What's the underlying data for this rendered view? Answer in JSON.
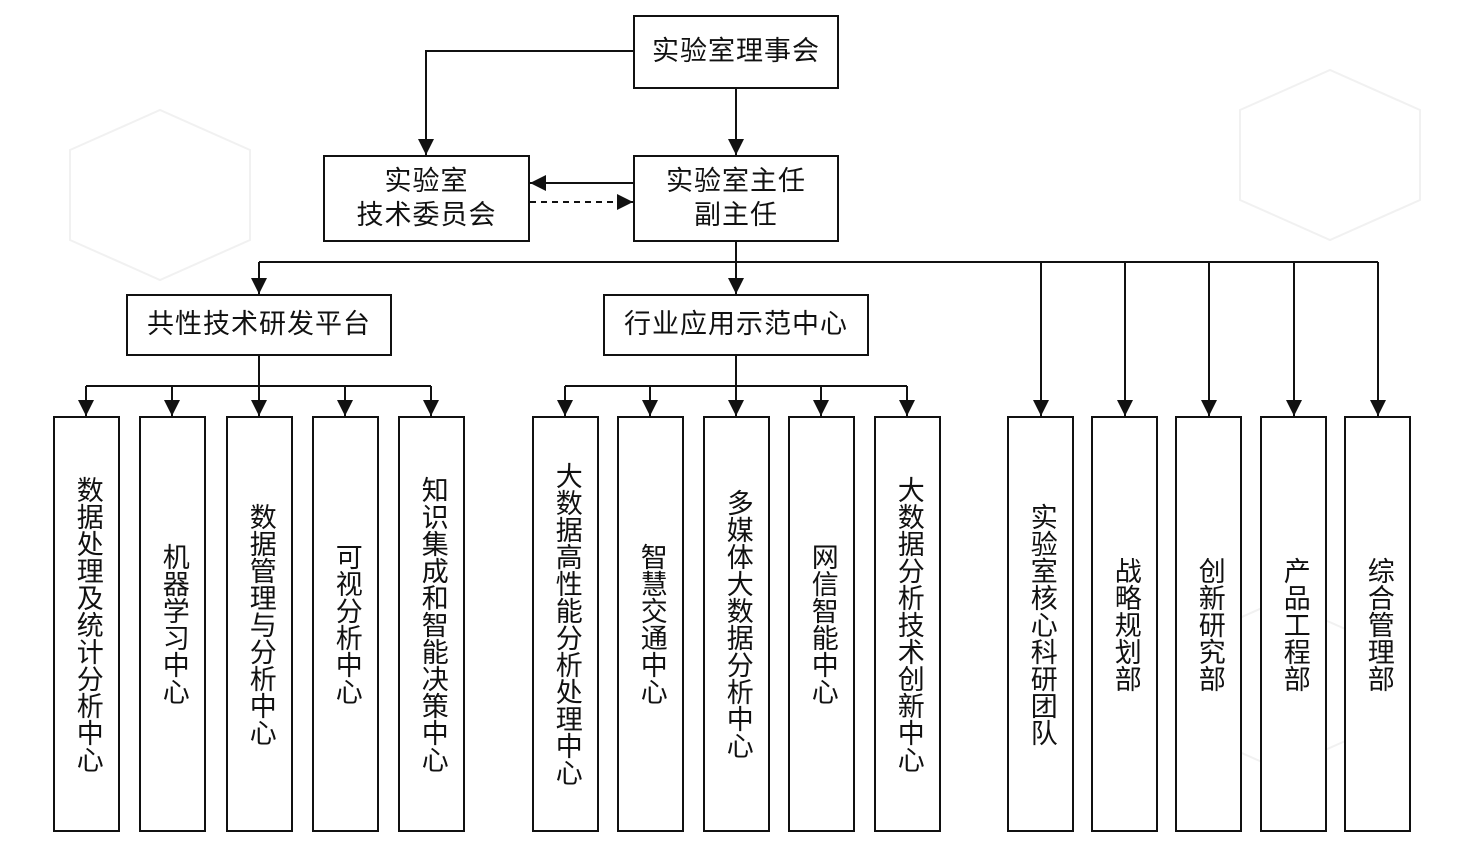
{
  "board": "实验室理事会",
  "tech_committee": "实验室\n技术委员会",
  "director": "实验室主任\n副主任",
  "platforms": {
    "common": "共性技术研发平台",
    "industry": "行业应用示范中心"
  },
  "common_centers": [
    "数据处理及统计分析中心",
    "机器学习中心",
    "数据管理与分析中心",
    "可视分析中心",
    "知识集成和智能决策中心"
  ],
  "industry_centers": [
    "大数据高性能分析处理中心",
    "智慧交通中心",
    "多媒体大数据分析中心",
    "网信智能中心",
    "大数据分析技术创新中心"
  ],
  "departments": [
    "实验室核心科研团队",
    "战略规划部",
    "创新研究部",
    "产品工程部",
    "综合管理部"
  ]
}
